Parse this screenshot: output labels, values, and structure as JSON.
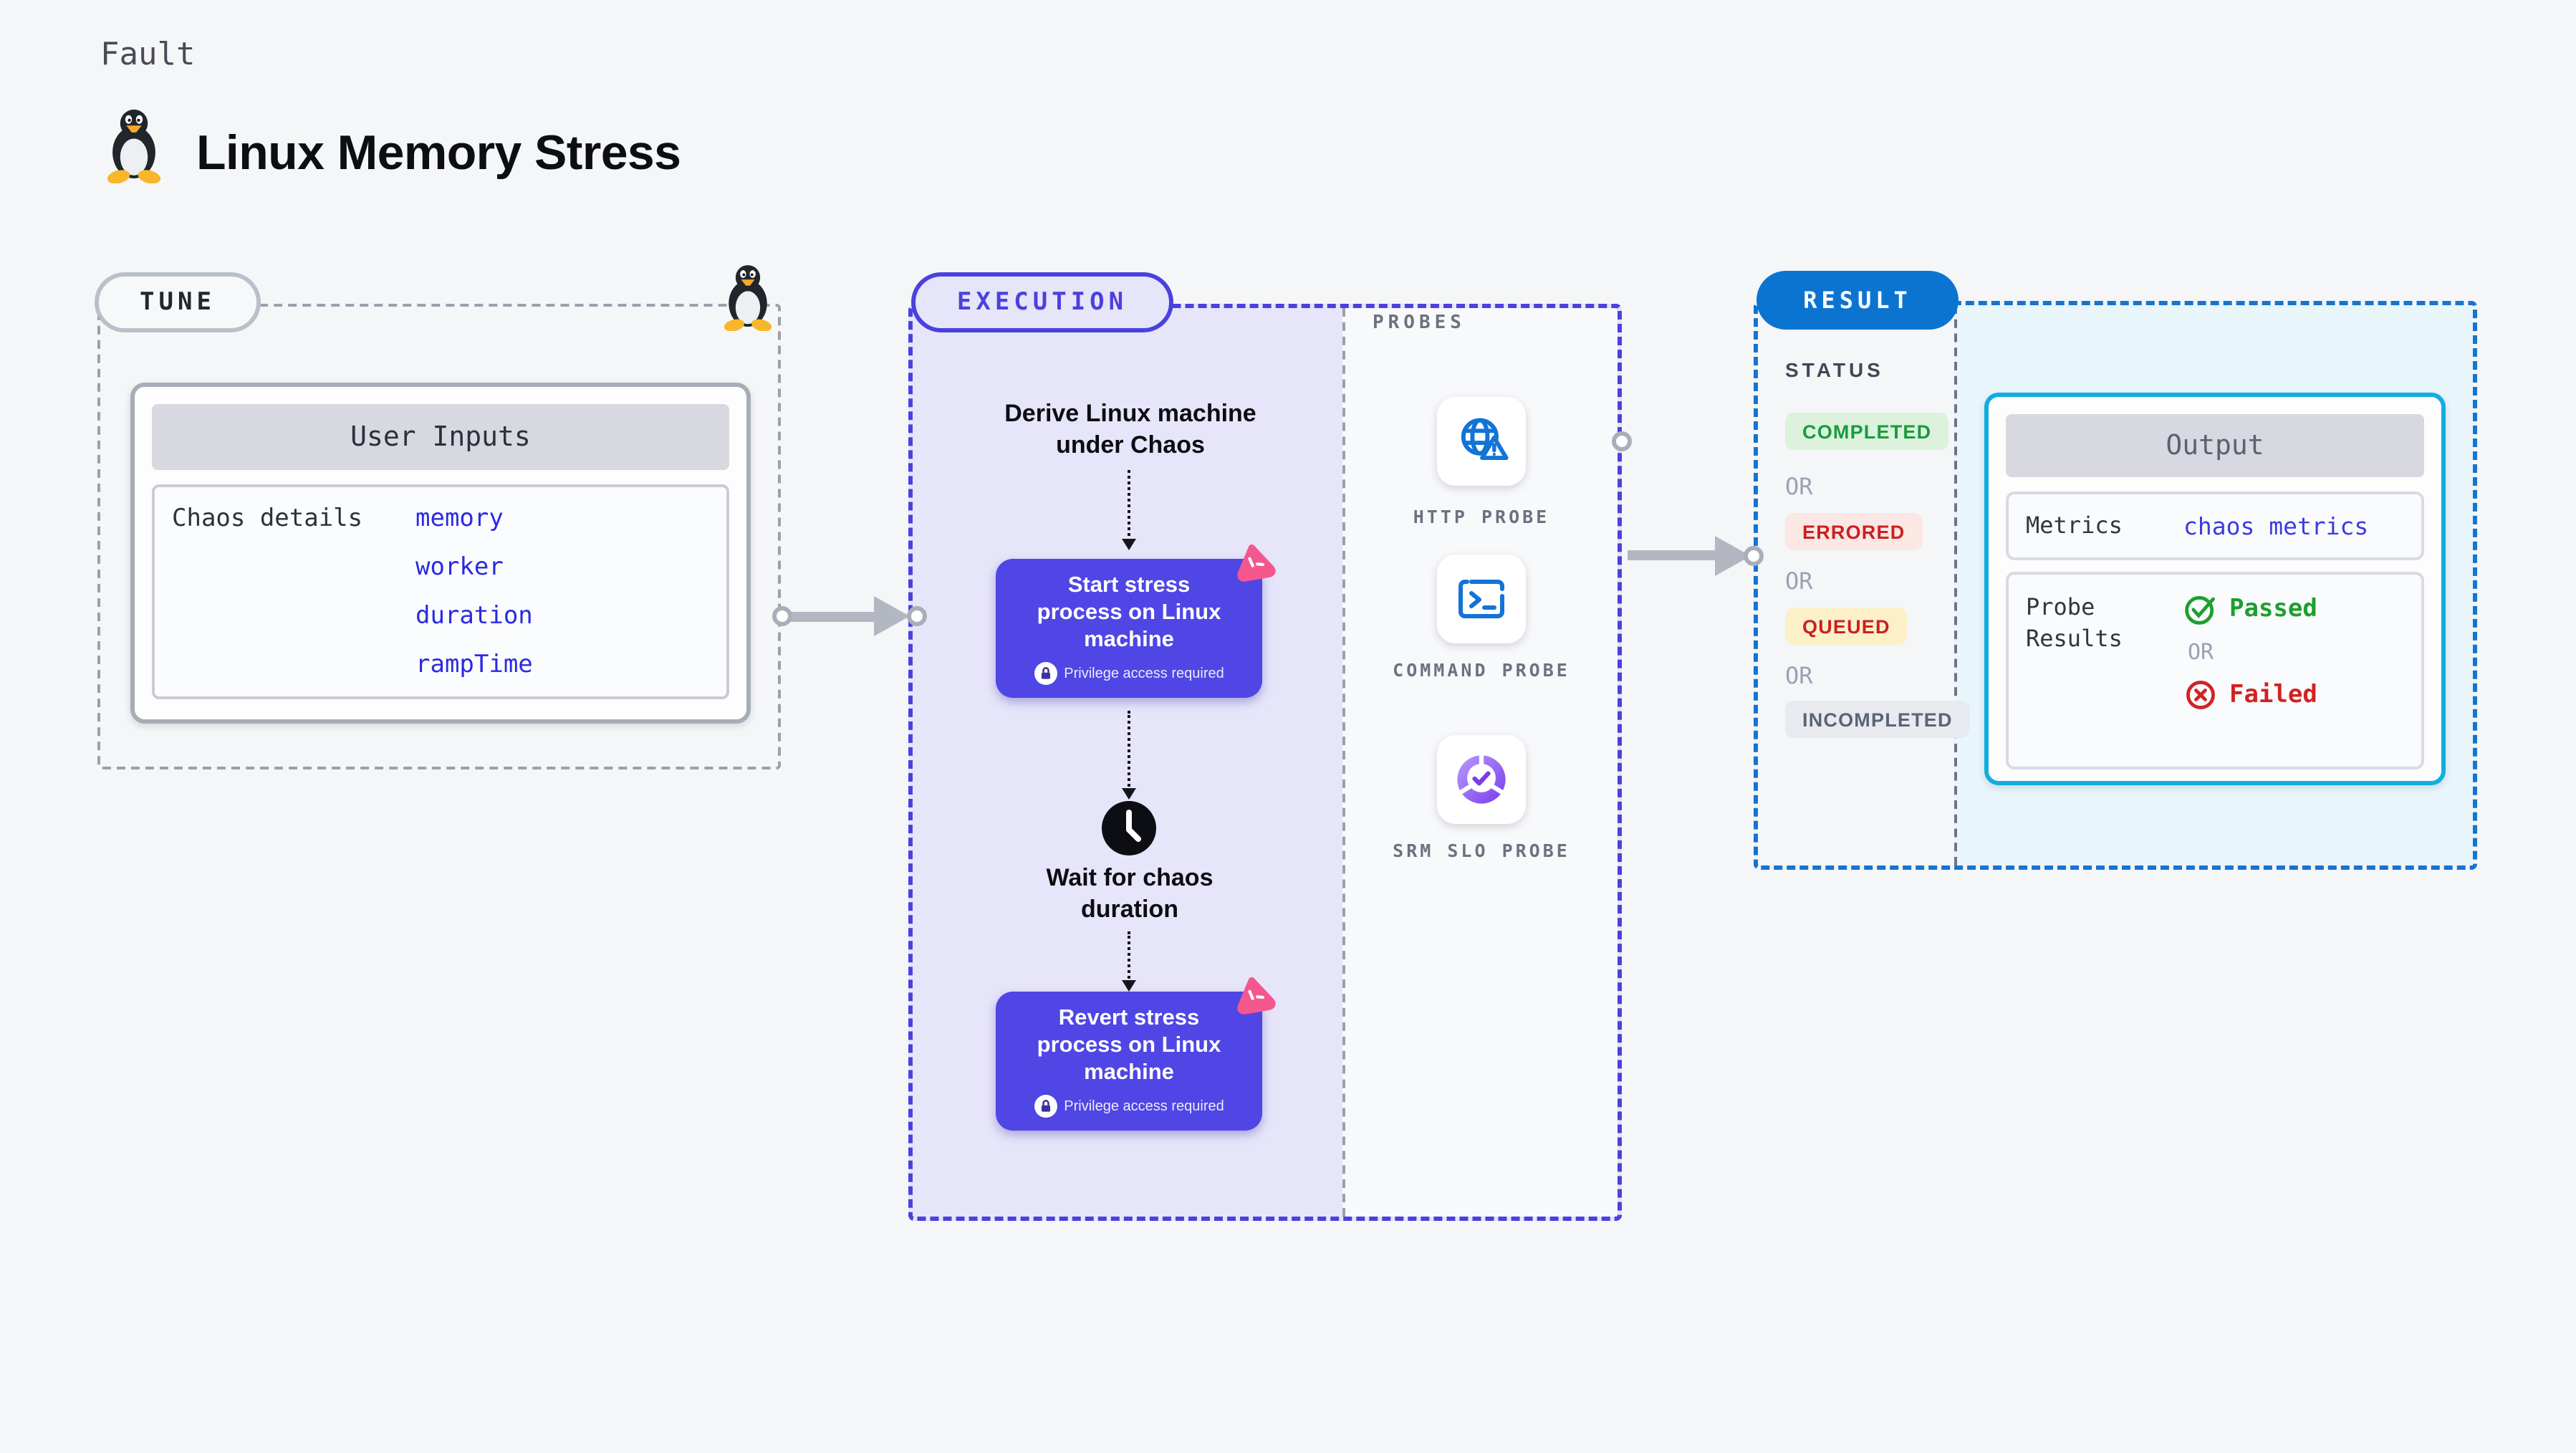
{
  "page": {
    "fault_label": "Fault",
    "title": "Linux Memory Stress",
    "title_icon": "linux-tux-icon"
  },
  "colors": {
    "page_bg": "#f5f6f8",
    "accent_indigo": "#4f46e5",
    "execution_fill": "#e7e5fa",
    "execution_border": "#4b41dd",
    "result_border": "#1574d2",
    "result_badge_bg": "#0b74d1",
    "result_fill": "#e8f5fb",
    "output_border": "#12ade0",
    "arrow_gray": "#b3b7c2",
    "value_link_blue": "#2a2ae4",
    "passed_green": "#1d9e2f",
    "failed_red": "#d32222"
  },
  "tune": {
    "badge": "TUNE",
    "corner_icon": "linux-tux-icon",
    "panel_title": "User Inputs",
    "row_label": "Chaos details",
    "values": [
      "memory",
      "worker",
      "duration",
      "rampTime"
    ]
  },
  "execution": {
    "badge": "EXECUTION",
    "derive_text": "Derive Linux machine under Chaos",
    "start_title": "Start stress process on Linux machine",
    "privilege_note": "Privilege access required",
    "privilege_icon": "lock-icon",
    "corner_icon": "chaos-litmus-icon",
    "wait_icon": "clock-icon",
    "wait_text": "Wait for chaos duration",
    "revert_title": "Revert stress process on Linux machine"
  },
  "probes": {
    "label": "PROBES",
    "items": [
      {
        "name": "HTTP PROBE",
        "icon": "globe-alert-icon"
      },
      {
        "name": "COMMAND PROBE",
        "icon": "terminal-icon"
      },
      {
        "name": "SRM SLO PROBE",
        "icon": "slo-pie-check-icon"
      }
    ]
  },
  "result": {
    "badge": "RESULT",
    "status_label": "STATUS",
    "or_label": "OR",
    "statuses": [
      {
        "label": "COMPLETED",
        "fg": "#1a9a3e",
        "bg": "#dcf2dd"
      },
      {
        "label": "ERRORED",
        "fg": "#cb2020",
        "bg": "#fbe7e4"
      },
      {
        "label": "QUEUED",
        "fg": "#cb2020",
        "bg": "#fcf0c9"
      },
      {
        "label": "INCOMPLETED",
        "fg": "#5a6478",
        "bg": "#e9eaef"
      }
    ],
    "output": {
      "title": "Output",
      "metrics_label": "Metrics",
      "metrics_value": "chaos metrics",
      "probe_results_label": "Probe Results",
      "passed_label": "Passed",
      "passed_icon": "check-circle-icon",
      "or_label": "OR",
      "failed_label": "Failed",
      "failed_icon": "x-circle-icon"
    }
  }
}
